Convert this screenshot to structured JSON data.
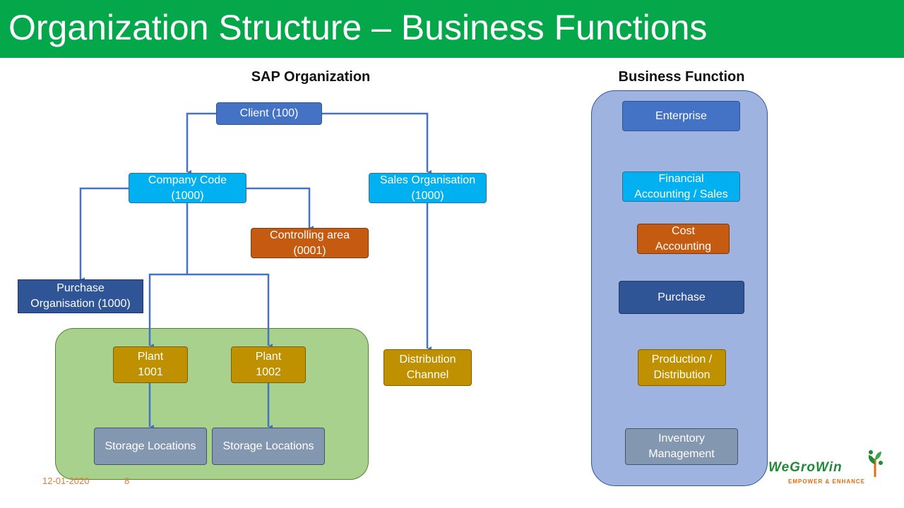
{
  "header": {
    "title": "Organization Structure – Business Functions"
  },
  "sap_org": {
    "title": "SAP Organization",
    "client": "Client (100)",
    "company_code": "Company Code\n(1000)",
    "sales_org": "Sales Organisation\n(1000)",
    "controlling_area": "Controlling area\n(0001)",
    "purchase_org": "Purchase\nOrganisation (1000)",
    "plant_1": "Plant\n1001",
    "plant_2": "Plant\n1002",
    "storage_1": "Storage Locations",
    "storage_2": "Storage Locations",
    "distribution_channel": "Distribution\nChannel"
  },
  "business_function": {
    "title": "Business Function",
    "items": [
      "Enterprise",
      "Financial\nAccounting / Sales",
      "Cost\nAccounting",
      "Purchase",
      "Production /\nDistribution",
      "Inventory\nManagement"
    ]
  },
  "footer": {
    "date": "12-01-2020",
    "page": "8"
  },
  "logo": {
    "name": "WeGroWin",
    "tagline": "EMPOWER & ENHANCE"
  },
  "colors": {
    "header_green": "#04a84b",
    "blue": "#4472c4",
    "cyan": "#00b0f0",
    "orange": "#c55a11",
    "navy": "#2f5597",
    "gold": "#bf9000",
    "grey": "#8497b0",
    "light_green_panel": "#a9d18e",
    "light_blue_panel": "#9fb3e1",
    "connector": "#4472c4"
  }
}
